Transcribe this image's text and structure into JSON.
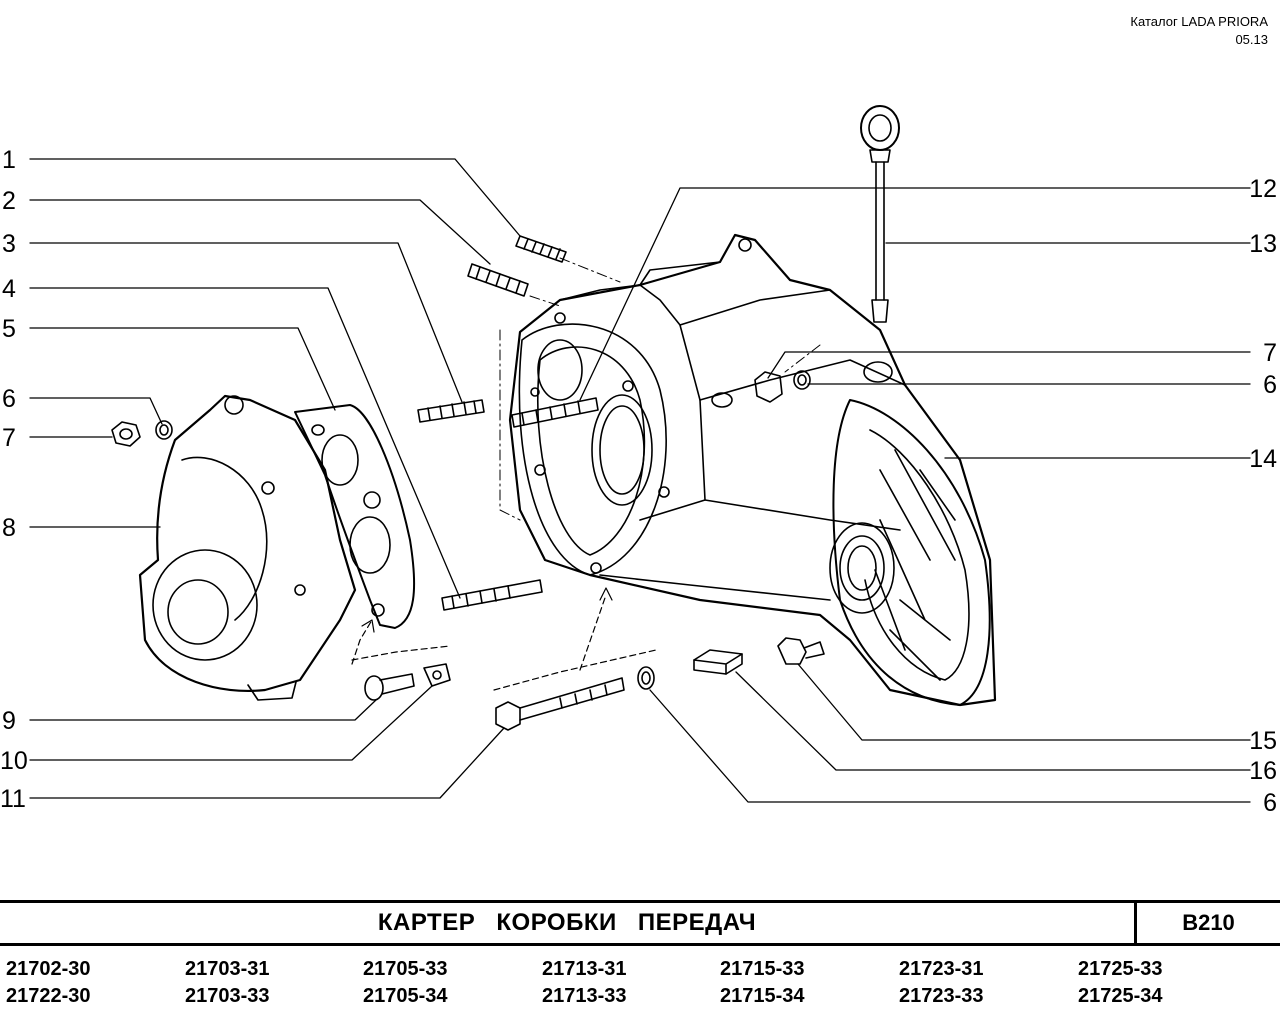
{
  "header": {
    "catalog": "Каталог  LADA  PRIORA",
    "date": "05.13"
  },
  "callouts": {
    "left": [
      "1",
      "2",
      "3",
      "4",
      "5",
      "6",
      "7",
      "8",
      "9",
      "10",
      "11"
    ],
    "right": [
      "12",
      "13",
      "7",
      "6",
      "14",
      "15",
      "16",
      "6"
    ]
  },
  "title": "КАРТЕР КОРОБКИ ПЕРЕДАЧ",
  "code": "B210",
  "variants": [
    [
      "21702-30",
      "21703-31",
      "21705-33",
      "21713-31",
      "21715-33",
      "21723-31",
      "21725-33"
    ],
    [
      "21722-30",
      "21703-33",
      "21705-34",
      "21713-33",
      "21715-34",
      "21723-33",
      "21725-34"
    ]
  ]
}
